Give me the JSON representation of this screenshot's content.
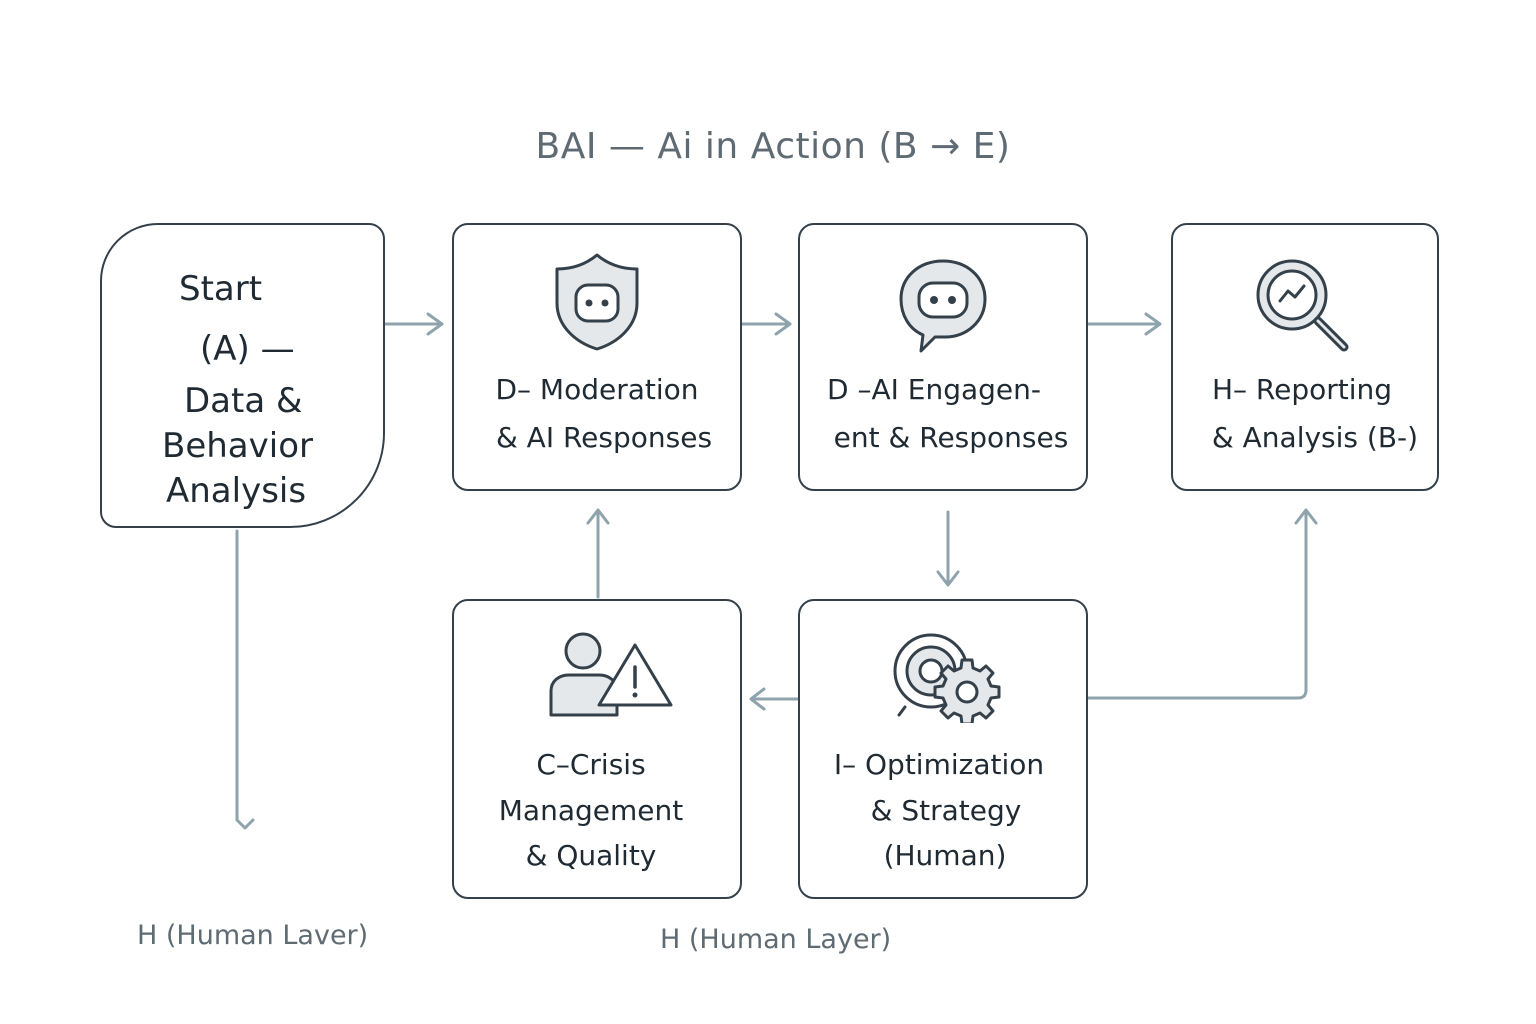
{
  "title": "BAI — Ai in Action (B → E)",
  "nodes": {
    "start": {
      "lines": [
        "Start",
        "(A) —",
        "Data &",
        "Behavior",
        "Analysis"
      ]
    },
    "moderation": {
      "icon": "shield-bot-icon",
      "lines": [
        "D– Moderation",
        "& AI Responses"
      ]
    },
    "engagement": {
      "icon": "chat-bot-icon",
      "lines": [
        "D –AI Engagen-",
        "ent & Responses"
      ]
    },
    "reporting": {
      "icon": "magnifier-chart-icon",
      "lines": [
        "H– Reporting",
        "& Analysis (B-)"
      ]
    },
    "crisis": {
      "icon": "person-warning-icon",
      "lines": [
        "C–Crisis",
        "Management",
        "& Quality"
      ]
    },
    "optimization": {
      "icon": "target-gear-icon",
      "lines": [
        "I– Optimization",
        "& Strategy",
        "(Human)"
      ]
    }
  },
  "layer_labels": [
    "H (Human Laver)",
    "H (Human Layer)"
  ],
  "colors": {
    "border": "#34404a",
    "connector": "#8fa3ac",
    "title": "#5f6b73",
    "icon_fill": "#e4e8ea"
  }
}
